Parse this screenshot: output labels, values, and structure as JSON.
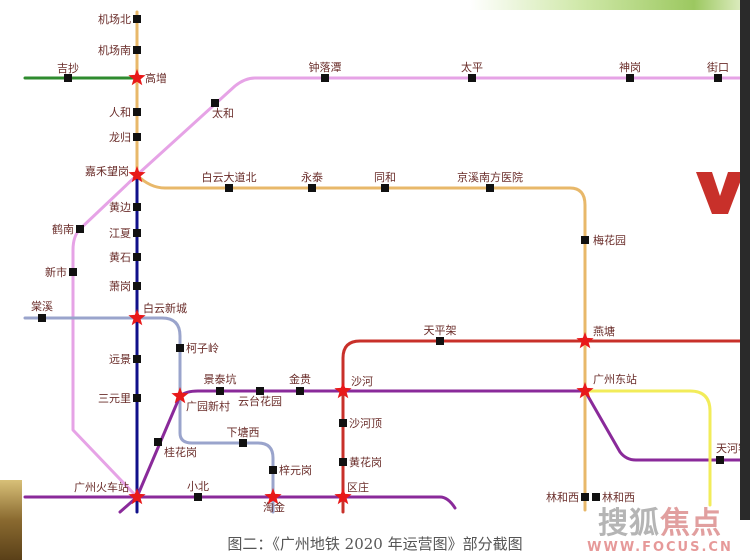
{
  "caption": "图二：《广州地铁 2020 年运营图》部分截图",
  "watermark": {
    "brand_gray": "搜狐",
    "brand_red": "焦点",
    "url": "WWW.FOCUS.CN"
  },
  "colors": {
    "orange": "#e8b86a",
    "green": "#2e8b2e",
    "pink": "#e6a3e6",
    "navy": "#10108a",
    "steel": "#9aa4cc",
    "purple": "#8a2a9a",
    "red": "#c8302a",
    "yellow": "#f2ec5a",
    "star": "#e8191a"
  },
  "stations": [
    {
      "name": "机场北"
    },
    {
      "name": "机场南"
    },
    {
      "name": "高增",
      "transfer": true
    },
    {
      "name": "人和"
    },
    {
      "name": "龙归"
    },
    {
      "name": "嘉禾望岗",
      "transfer": true
    },
    {
      "name": "吉抄"
    },
    {
      "name": "太和"
    },
    {
      "name": "钟落潭"
    },
    {
      "name": "太平"
    },
    {
      "name": "神岗"
    },
    {
      "name": "街口"
    },
    {
      "name": "白云大道北"
    },
    {
      "name": "永泰"
    },
    {
      "name": "同和"
    },
    {
      "name": "京溪南方医院"
    },
    {
      "name": "梅花园"
    },
    {
      "name": "燕塘",
      "transfer": true
    },
    {
      "name": "广州东站",
      "transfer": true
    },
    {
      "name": "林和西"
    },
    {
      "name": "黄边"
    },
    {
      "name": "江夏"
    },
    {
      "name": "萧岗"
    },
    {
      "name": "白云新城",
      "transfer": true
    },
    {
      "name": "远景"
    },
    {
      "name": "三元里"
    },
    {
      "name": "广州火车站",
      "transfer": true
    },
    {
      "name": "鹤南"
    },
    {
      "name": "新市"
    },
    {
      "name": "棠溪"
    },
    {
      "name": "柯子岭"
    },
    {
      "name": "广园新村",
      "transfer": true
    },
    {
      "name": "下塘西"
    },
    {
      "name": "梓元岗"
    },
    {
      "name": "淘金",
      "transfer": true
    },
    {
      "name": "景泰坑"
    },
    {
      "name": "云台花园"
    },
    {
      "name": "金贵"
    },
    {
      "name": "沙河",
      "transfer": true
    },
    {
      "name": "桂花岗"
    },
    {
      "name": "小北"
    },
    {
      "name": "区庄",
      "transfer": true
    },
    {
      "name": "沙河顶"
    },
    {
      "name": "黄花岗"
    },
    {
      "name": "天平架"
    },
    {
      "name": "天河客运站"
    },
    {
      "name": "黄石"
    },
    {
      "name": "林和西"
    }
  ]
}
